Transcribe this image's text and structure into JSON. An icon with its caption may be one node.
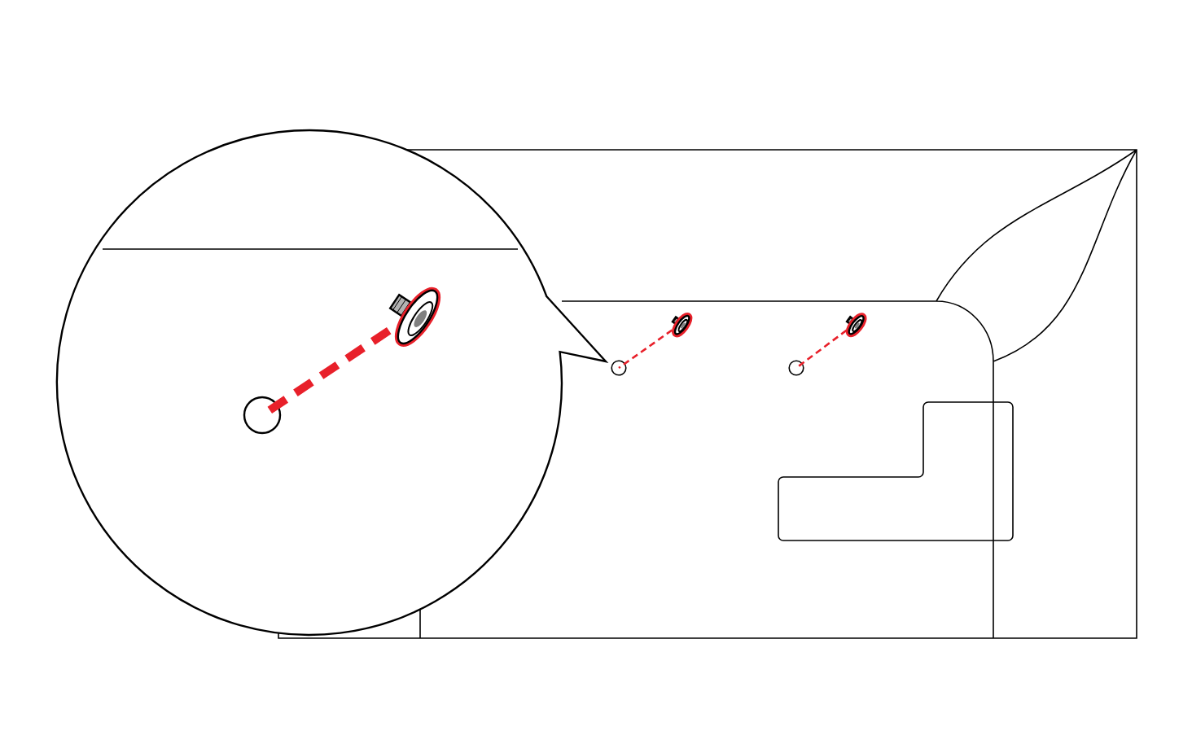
{
  "diagram": {
    "nodes": [
      {
        "text": [],
        "shape": "screw"
      },
      {
        "text": [],
        "shape": "circle"
      },
      {
        "text": [],
        "shape": "screw"
      },
      {
        "text": [],
        "shape": "circle"
      },
      {
        "text": [],
        "shape": "screw"
      },
      {
        "text": [],
        "shape": "circle"
      }
    ],
    "edges": [
      {
        "from": 0,
        "to": 1,
        "arrow": "none",
        "style": "dashed",
        "color": "#e8202a"
      },
      {
        "from": 2,
        "to": 3,
        "arrow": "none",
        "style": "dashed",
        "color": "#e8202a"
      },
      {
        "from": 4,
        "to": 5,
        "arrow": "none",
        "style": "dashed",
        "color": "#e8202a"
      }
    ]
  }
}
